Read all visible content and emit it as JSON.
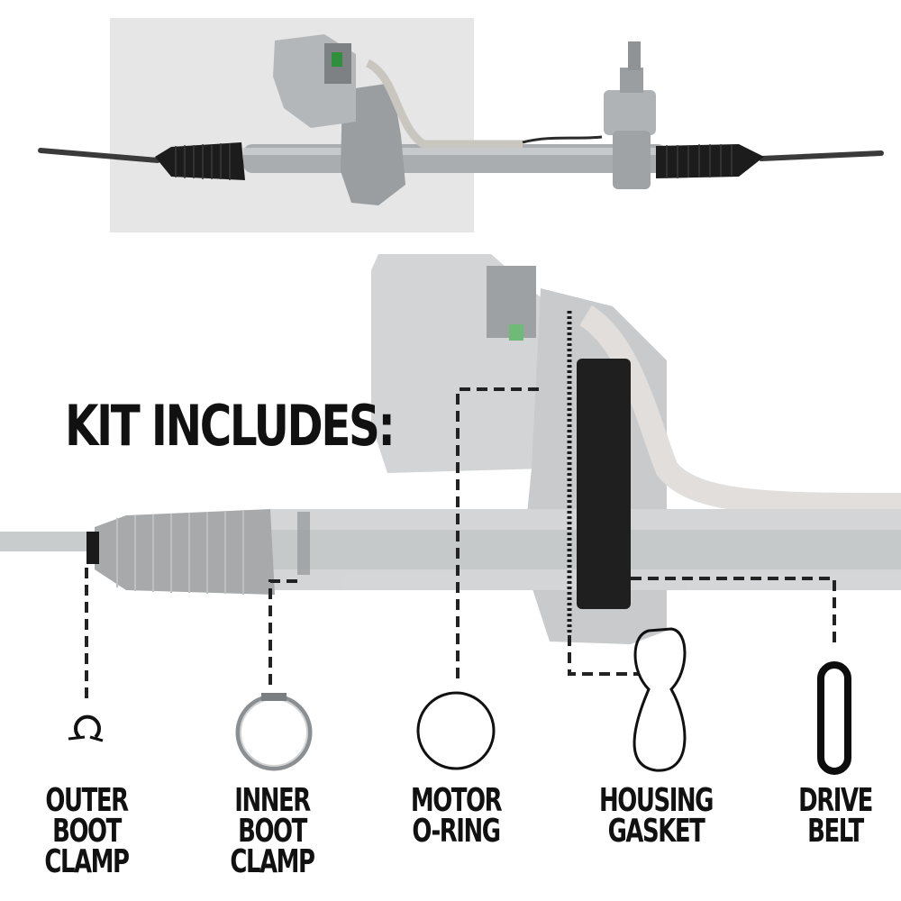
{
  "heading": "KIT INCLUDES:",
  "parts": [
    {
      "line1": "OUTER BOOT",
      "line2": "CLAMP",
      "icon": "outer-boot-clamp-icon"
    },
    {
      "line1": "INNER BOOT",
      "line2": "CLAMP",
      "icon": "inner-boot-clamp-icon"
    },
    {
      "line1": "MOTOR",
      "line2": "O-RING",
      "icon": "motor-o-ring-icon"
    },
    {
      "line1": "HOUSING",
      "line2": "GASKET",
      "icon": "housing-gasket-icon"
    },
    {
      "line1": "DRIVE",
      "line2": "BELT",
      "icon": "drive-belt-icon"
    }
  ],
  "colors": {
    "text": "#111111",
    "metal": "#a9adaf",
    "boot": "#1c1c1c",
    "thumb_bg": "#e6e6e6"
  }
}
